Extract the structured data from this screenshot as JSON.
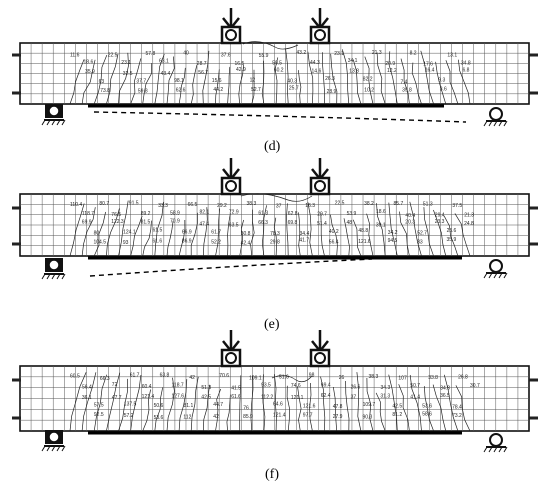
{
  "panels": [
    {
      "id": "d",
      "caption": "(d)",
      "labels": [
        "11.6",
        "18.6",
        "35.9",
        "63",
        "73.8",
        "22.5",
        "23.1",
        "32.5",
        "37.7",
        "59.8",
        "57.8",
        "63.1",
        "43.4",
        "98.1",
        "62.6",
        "40",
        "28.7",
        "56.7",
        "15.6",
        "44.2",
        "37.6",
        "16.5",
        "42.9",
        "12",
        "52.7",
        "55.9",
        "50.5",
        "60.2",
        "40.3",
        "25.7",
        "43.2",
        "44.3",
        "14.6",
        "26.3",
        "28.9",
        "23.1",
        "34.1",
        "13.8",
        "82.2",
        "10.2",
        "21.3",
        "20.9",
        "12.2",
        "7.4",
        "39.8",
        "8.2",
        "17.6",
        "16.4",
        "9.3",
        "3.6",
        "13.1",
        "34.8",
        "6.8"
      ]
    },
    {
      "id": "e",
      "caption": "(e)",
      "labels": [
        "110.4",
        "118.7",
        "69.9",
        "80",
        "104.5",
        "80.7",
        "76.5",
        "122.3",
        "124.1",
        "93",
        "91.5",
        "89.2",
        "81.5",
        "61.5",
        "61.6",
        "33.3",
        "58.9",
        "70.9",
        "66.9",
        "86.9",
        "66.5",
        "82.1",
        "47.4",
        "61.7",
        "52.2",
        "29.2",
        "72.9",
        "63.5",
        "30.8",
        "42.4",
        "38.3",
        "61.3",
        "66.3",
        "78.3",
        "29.8",
        "37",
        "62.8",
        "69.8",
        "34.4",
        "41.7",
        "16.3",
        "29.7",
        "51.4",
        "40.2",
        "56.4",
        "22.5",
        "53.9",
        "48",
        "48.8",
        "121.6",
        "38.2",
        "18.6",
        "39.1",
        "34.2",
        "94.5",
        "85.7",
        "40.4",
        "20.3",
        "52.7",
        "33",
        "51.3",
        "29.4",
        "23.3",
        "25.6",
        "35.9",
        "37.5",
        "21.3",
        "24.8"
      ]
    },
    {
      "id": "f",
      "caption": "(f)",
      "labels": [
        "60.5",
        "56.4",
        "36.1",
        "57.5",
        "92.5",
        "66.3",
        "72",
        "47.7",
        "137.5",
        "57.2",
        "61.7",
        "60.4",
        "121.4",
        "50.6",
        "53.6",
        "63.8",
        "118.7",
        "127.6",
        "81.1",
        "112",
        "42",
        "51.3",
        "42.5",
        "44.7",
        "42",
        "70.6",
        "41.5",
        "61.6",
        "76",
        "85.9",
        "109.1",
        "93.5",
        "112.2",
        "64.6",
        "121.4",
        "51.6",
        "74.6",
        "121.1",
        "121.6",
        "97.7",
        "98",
        "69.4",
        "62.4",
        "47.8",
        "27.9",
        "26",
        "26.6",
        "37",
        "109.7",
        "90.3",
        "38.3",
        "34.3",
        "31.3",
        "42.5",
        "81.2",
        "107",
        "50.7",
        "41.4",
        "53.6",
        "58.6",
        "33.8",
        "34.8",
        "36.5",
        "78.4",
        "73.2",
        "26.8",
        "30.7"
      ]
    }
  ]
}
